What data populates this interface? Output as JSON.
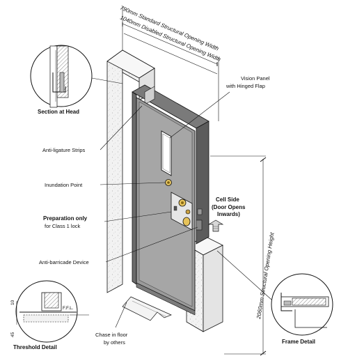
{
  "labels": {
    "dim_width_standard": "790mm Standard Structural Opening Width",
    "dim_width_disabled": "1040mm Disabled Structural Opening Width",
    "dim_height": "2060mm Structural Opening Height",
    "section_at_head": "Section at Head",
    "vision_panel_line1": "Vision Panel",
    "vision_panel_line2": "with Hinged Flap",
    "anti_ligature": "Anti-ligature Strips",
    "inundation_point": "Inundation Point",
    "cell_side_line1": "Cell Side",
    "cell_side_line2": "(Door Opens",
    "cell_side_line3": "Inwards)",
    "preparation_line1": "Preparation only",
    "preparation_line2": "for Class 1 lock",
    "anti_barricade": "Anti-barricade Device",
    "threshold_detail": "Threshold Detail",
    "frame_detail": "Frame Detail",
    "chase_line1": "Chase in floor",
    "chase_line2": "by others",
    "ffl": "F.F.L.",
    "dim_10": "10",
    "dim_45": "45"
  },
  "colors": {
    "door_face": "#9a9a9a",
    "door_edge": "#6e6e6e",
    "frame": "#5a5a5a",
    "wall": "#ececec",
    "line": "#111111"
  }
}
